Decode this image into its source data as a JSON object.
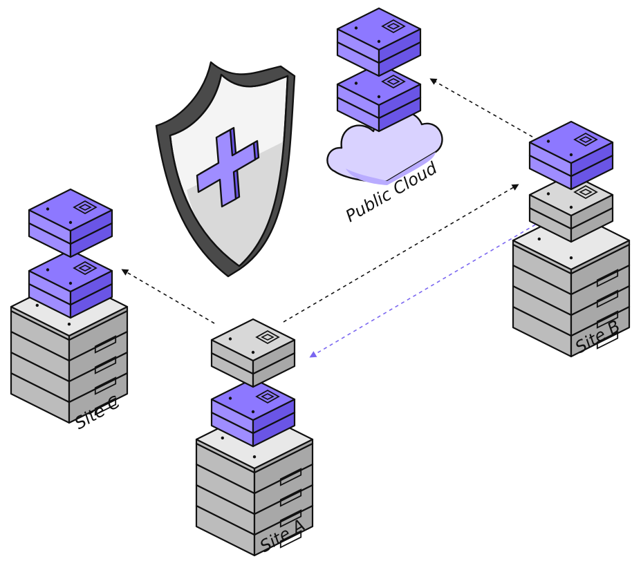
{
  "labels": {
    "site_a": "Site A",
    "site_b": "Site B",
    "site_c": "Site C",
    "public_cloud": "Public Cloud"
  },
  "colors": {
    "purple_top": "#8d78ff",
    "purple_side": "#6a55e6",
    "purple_front": "#9f8dff",
    "gray_top": "#d8d8d8",
    "gray_side": "#a8a8a8",
    "gray_front": "#bcbcbc",
    "outline": "#111111",
    "arrow_dark": "#111111",
    "arrow_purple": "#7a66f0",
    "cloud_fill": "#d9d2ff"
  }
}
